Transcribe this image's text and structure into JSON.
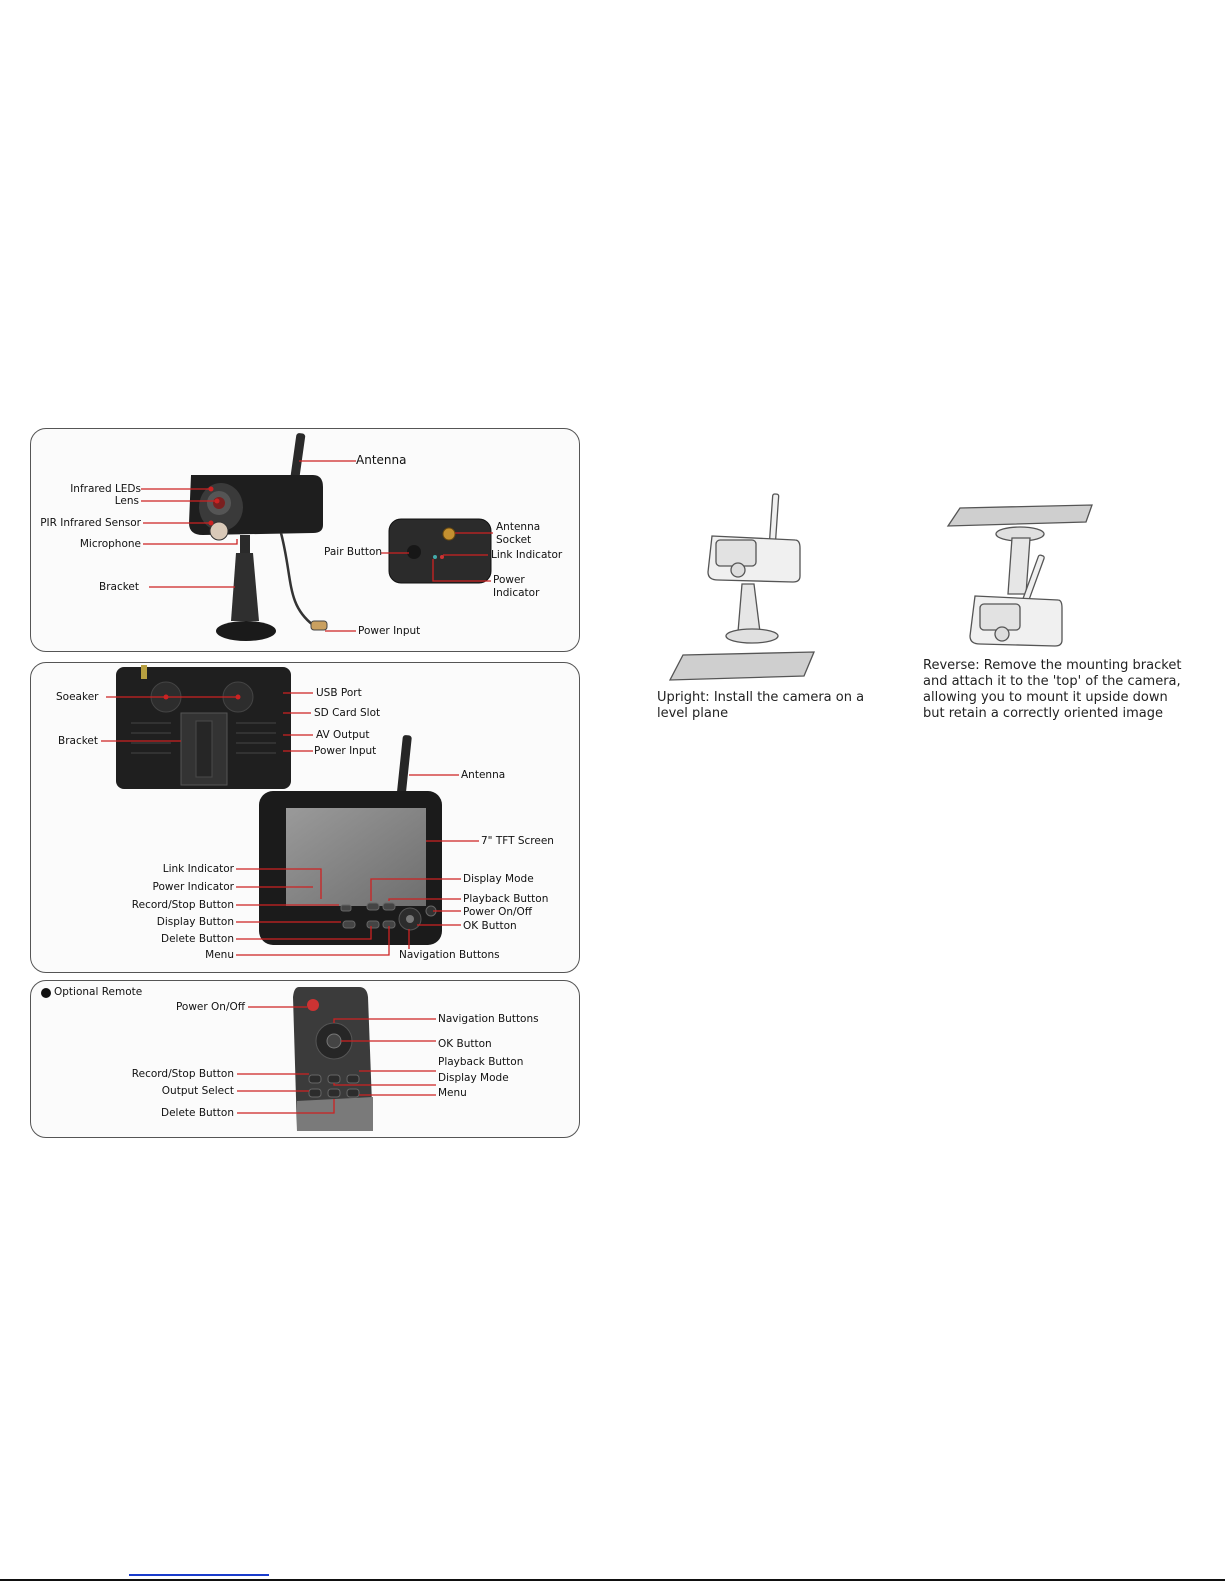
{
  "camera_panel": {
    "labels": {
      "antenna": "Antenna",
      "infrared_leds": "Infrared LEDs",
      "lens": "Lens",
      "pir_sensor": "PIR Infrared Sensor",
      "microphone": "Microphone",
      "bracket": "Bracket",
      "pair_button": "Pair Button",
      "antenna_socket": "Antenna\nSocket",
      "link_indicator": "Link Indicator",
      "power_indicator": "Power\nIndicator",
      "power_input": "Power Input"
    }
  },
  "monitor_panel": {
    "labels": {
      "speaker": "Soeaker",
      "usb_port": "USB Port",
      "sd_card_slot": "SD Card Slot",
      "av_output": "AV Output",
      "power_input": "Power Input",
      "bracket": "Bracket",
      "antenna": "Antenna",
      "screen": "7\" TFT Screen",
      "link_indicator": "Link Indicator",
      "power_indicator": "Power Indicator",
      "record_stop": "Record/Stop Button",
      "display_button": "Display Button",
      "delete_button": "Delete Button",
      "menu": "Menu",
      "display_mode": "Display Mode",
      "playback_button": "Playback Button",
      "power_onoff": "Power On/Off",
      "ok_button": "OK Button",
      "navigation_buttons": "Navigation Buttons"
    }
  },
  "remote_panel": {
    "title": "Optional Remote",
    "labels": {
      "power_onoff": "Power On/Off",
      "navigation_buttons": "Navigation Buttons",
      "ok_button": "OK Button",
      "record_stop": "Record/Stop Button",
      "playback_button": "Playback Button",
      "output_select": "Output Select",
      "display_mode": "Display Mode",
      "menu": "Menu",
      "delete_button": "Delete Button"
    }
  },
  "mounting": {
    "upright_caption": "Upright: Install the camera on a\nlevel plane",
    "reverse_caption": "Reverse: Remove the mounting bracket\nand attach it to the 'top' of the camera,\nallowing you to mount it upside down\nbut retain a correctly oriented image"
  }
}
